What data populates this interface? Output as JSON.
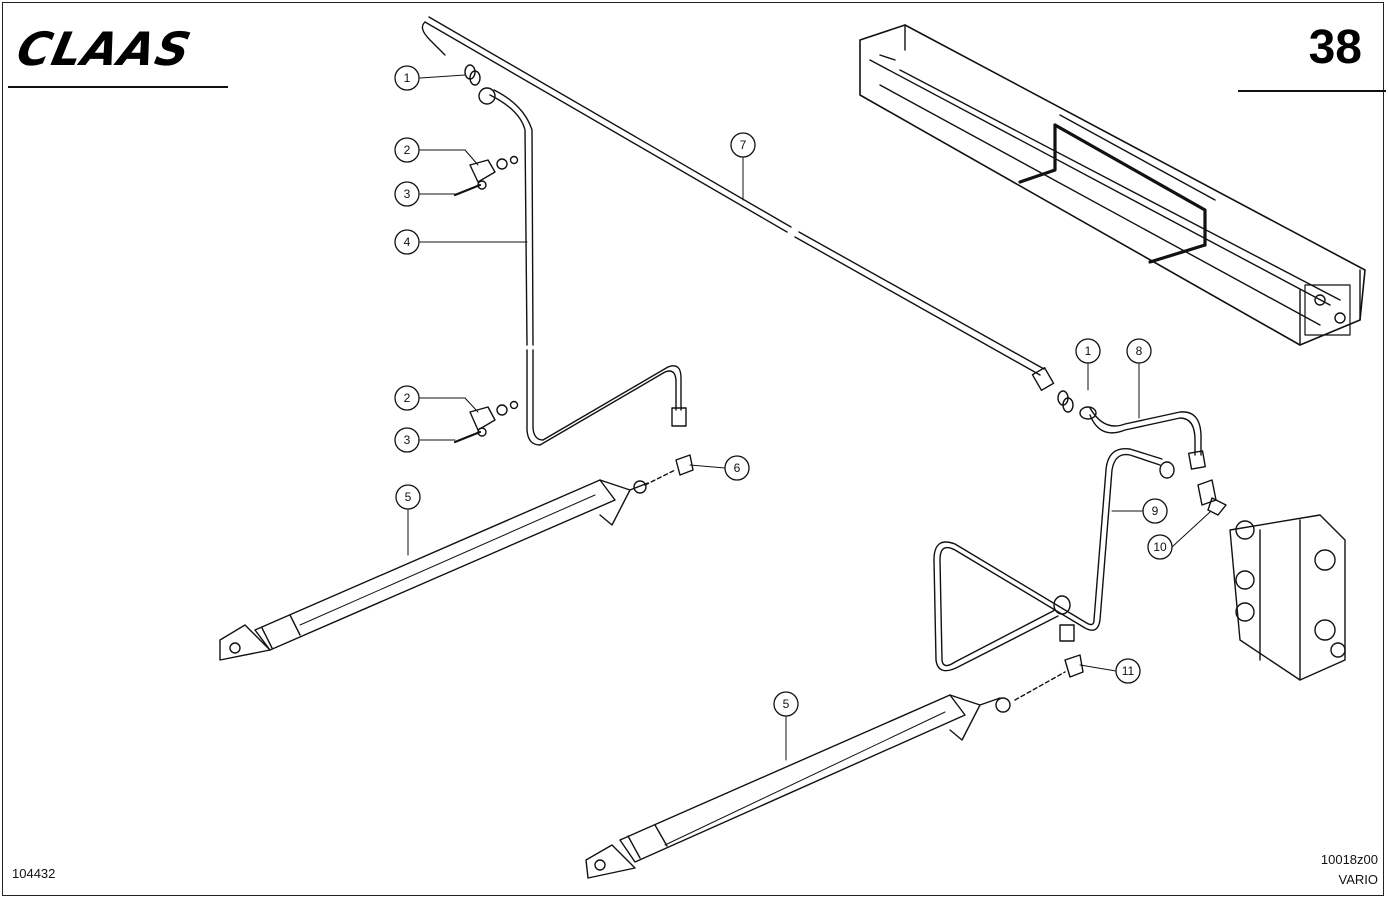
{
  "brand": "CLAAS",
  "page_number": "38",
  "footer_left": "104432",
  "footer_right_code": "10018z00",
  "footer_right_label": "VARIO",
  "callouts": [
    {
      "id": "c1a",
      "label": "1"
    },
    {
      "id": "c2a",
      "label": "2"
    },
    {
      "id": "c3a",
      "label": "3"
    },
    {
      "id": "c4",
      "label": "4"
    },
    {
      "id": "c2b",
      "label": "2"
    },
    {
      "id": "c3b",
      "label": "3"
    },
    {
      "id": "c5a",
      "label": "5"
    },
    {
      "id": "c6",
      "label": "6"
    },
    {
      "id": "c7",
      "label": "7"
    },
    {
      "id": "c1b",
      "label": "1"
    },
    {
      "id": "c8",
      "label": "8"
    },
    {
      "id": "c9",
      "label": "9"
    },
    {
      "id": "c10",
      "label": "10"
    },
    {
      "id": "c11",
      "label": "11"
    },
    {
      "id": "c5b",
      "label": "5"
    }
  ]
}
